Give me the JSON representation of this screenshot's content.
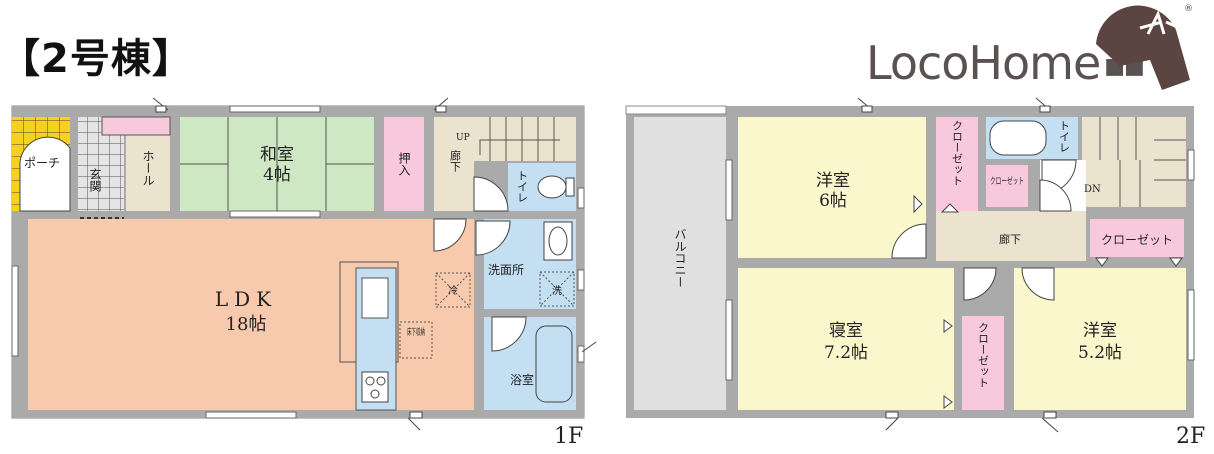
{
  "header": {
    "building": "【2号棟】"
  },
  "logo": {
    "text": "LocoHome",
    "mark": "■■",
    "reg": "®"
  },
  "floors": {
    "f1": {
      "label": "1F",
      "rooms": {
        "porch": "ポーチ",
        "entrance": "玄関",
        "hall": "ホール",
        "washitsu": "和室",
        "washitsu_size": "4帖",
        "oshiire": "押入",
        "corridor": "廊下",
        "up": "UP",
        "toilet": "トイレ",
        "ldk": "LDK",
        "ldk_size": "18帖",
        "washroom": "洗面所",
        "fridge": "冷",
        "washer": "洗",
        "underfloor": "床下収納",
        "bath": "浴室"
      }
    },
    "f2": {
      "label": "2F",
      "rooms": {
        "balcony": "バルコニー",
        "western1": "洋室",
        "western1_size": "6帖",
        "closet_a": "クローゼット",
        "closet_small": "クローゼット",
        "toilet": "トイレ",
        "down": "DN",
        "corridor": "廊下",
        "closet_b": "クローゼット",
        "bedroom": "寝室",
        "bedroom_size": "7.2帖",
        "closet_c": "クローゼット",
        "western2": "洋室",
        "western2_size": "5.2帖"
      }
    }
  },
  "colors": {
    "wall": "#aaaaaa",
    "porch": "#f4d21f",
    "entrance": "#e6e6e6",
    "hall": "#ece3cf",
    "washitsu": "#cfe8c4",
    "closet": "#f8c9dd",
    "corridor": "#ece3cf",
    "toilet": "#c4def2",
    "ldk": "#f7c9ad",
    "kitchen": "#c4def2",
    "wet": "#c4def2",
    "western": "#fbf7cc",
    "balcony": "#e0e0e0",
    "logo": "#5a4540"
  }
}
